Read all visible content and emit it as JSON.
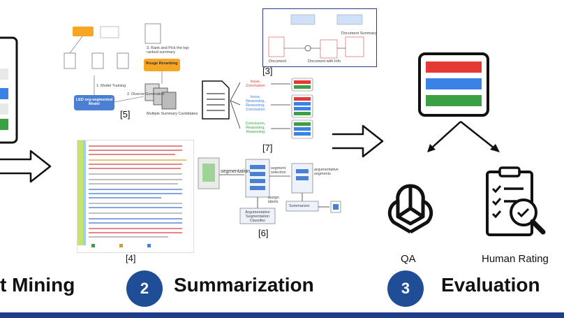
{
  "steps": [
    {
      "num": "2",
      "label": "Summarization"
    },
    {
      "num": "3",
      "label": "Evaluation"
    }
  ],
  "step1_partial_label": "t Mining",
  "refs": {
    "r3": "[3]",
    "r4": "[4]",
    "r5": "[5]",
    "r6": "[6]",
    "r7": "[7]"
  },
  "eval": {
    "qa": "QA",
    "human": "Human Rating"
  },
  "fig5": {
    "rouge": "Rouge Reranking",
    "model": "LED org-segmented Model",
    "training": "1. Model Training",
    "diverse": "2. Diverse Generation",
    "rank": "3. Rank and Pick the top-ranked summary",
    "candidates": "Multiple Summary Candidates"
  },
  "fig6": {
    "segmentation": "segmentation",
    "segment_selection": "segment selection",
    "argumentative_segments": "argumentative segments",
    "summarizer": "Summarizer",
    "classifier": "Argumentative Segmentation Classifier",
    "assign_labels": "assign labels"
  },
  "fig7": {
    "s1": "Issue, Conclusion",
    "s2": "Issue, Reasoning, Reasoning, Conclusion",
    "s3": "Conclusion, Reasoning, Reasoning"
  },
  "fig3": {
    "doc": "Document",
    "doc_info": "Document with Info",
    "summary": "Document Summary"
  },
  "colors": {
    "red": "#e53935",
    "blue": "#3b82e6",
    "green": "#3aa043",
    "navy": "#1f4e96"
  }
}
